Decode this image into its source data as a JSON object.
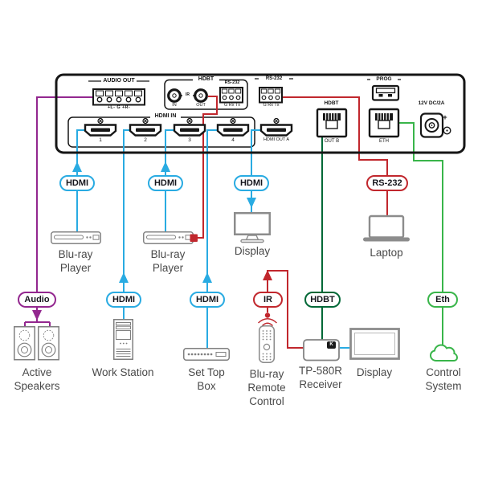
{
  "panel": {
    "audio_out": {
      "label": "AUDIO OUT",
      "pins": "+L-  G  +R-"
    },
    "hdbt_group": {
      "label": "HDBT",
      "ir": "IR",
      "in": "IN",
      "out": "OUT",
      "rs232_label": "RS-232",
      "rs232_pins": "G Rx Tx"
    },
    "rs232_group": {
      "label": "RS-232",
      "pins": "G Rx Tx"
    },
    "hdmi_in": {
      "label": "HDMI IN",
      "ports": [
        "1",
        "2",
        "3",
        "4"
      ]
    },
    "hdmi_out_a_label": "HDMI OUT A",
    "prog_label": "PROG",
    "hdbt_out": {
      "label": "HDBT",
      "port": "OUT B"
    },
    "eth_label": "ETH",
    "power": {
      "label": "12V DC/2A",
      "polarity": "+"
    }
  },
  "cables": {
    "mid": [
      {
        "label": "HDMI"
      },
      {
        "label": "HDMI"
      },
      {
        "label": "HDMI"
      },
      {
        "label": "RS-232"
      }
    ],
    "bottom": [
      {
        "label": "Audio"
      },
      {
        "label": "HDMI"
      },
      {
        "label": "HDMI"
      },
      {
        "label": "IR"
      },
      {
        "label": "HDBT"
      },
      {
        "label": "Eth"
      }
    ]
  },
  "devices": {
    "bluray1": [
      "Blu-ray",
      "Player"
    ],
    "bluray2": [
      "Blu-ray",
      "Player"
    ],
    "display_top": [
      "Display"
    ],
    "laptop": [
      "Laptop"
    ],
    "speakers": [
      "Active",
      "Speakers"
    ],
    "workstation": [
      "Work Station"
    ],
    "set_top_box": [
      "Set Top",
      "Box"
    ],
    "remote": [
      "Blu-ray",
      "Remote",
      "Control"
    ],
    "receiver": [
      "TP-580R",
      "Receiver"
    ],
    "receiver_logo": "K",
    "display_bottom": [
      "Display"
    ],
    "control_system": [
      "Control",
      "System"
    ]
  },
  "colors": {
    "hdmi": "#29abe2",
    "audio": "#93278f",
    "ir": "#c1272d",
    "rs232": "#c1272d",
    "hdbt": "#006837",
    "eth": "#39b54a",
    "panel": "#1a1a1a"
  }
}
